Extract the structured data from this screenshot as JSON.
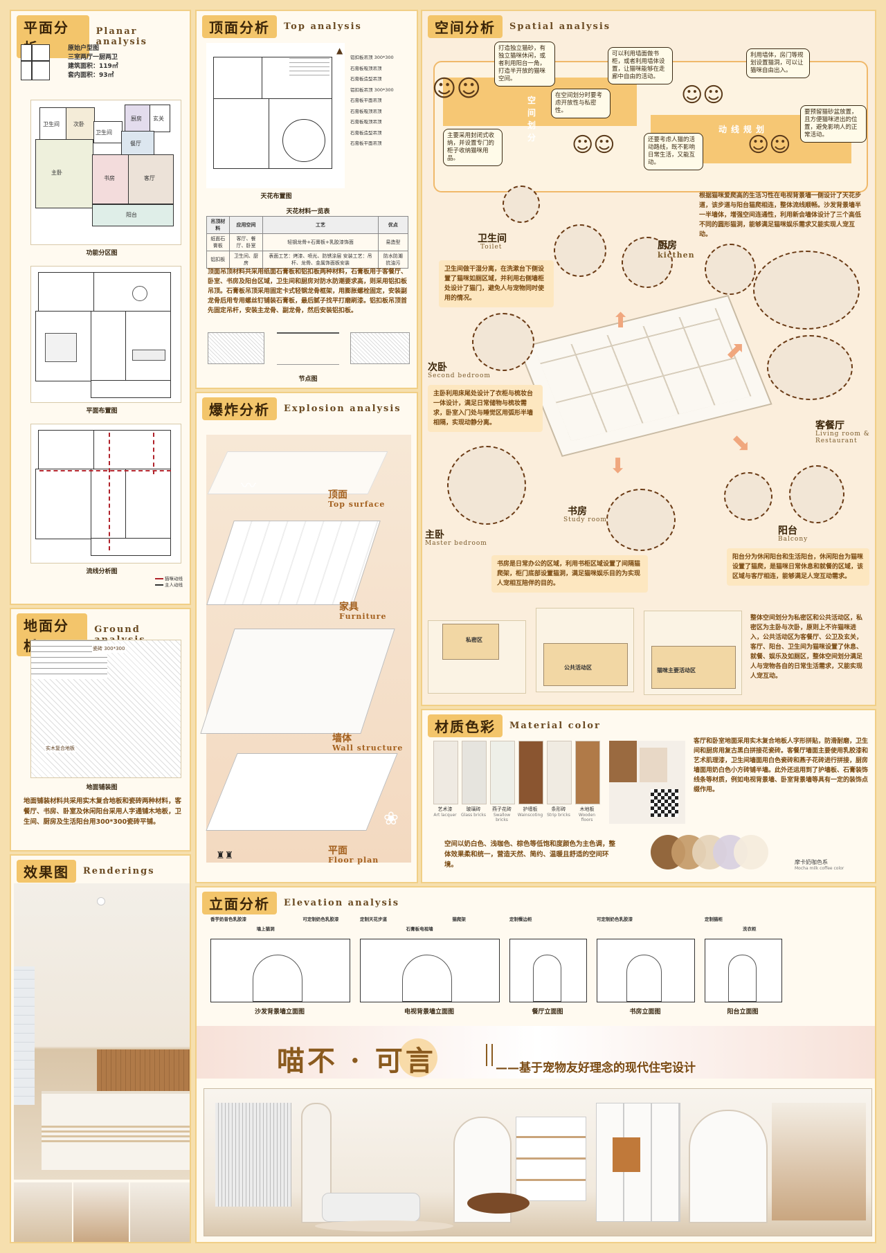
{
  "planar": {
    "title_cn": "平面分析",
    "title_en": "Planar analysis",
    "info": [
      "原始户型图",
      "三室两厅一厨两卫",
      "建筑面积：119㎡",
      "套内面积：93㎡"
    ],
    "rooms": {
      "bath": "卫生间",
      "second": "次卧",
      "kitchen": "厨房",
      "entry": "玄关",
      "bath2": "卫生间",
      "dining": "餐厅",
      "master": "主卧",
      "study": "书房",
      "living": "客厅",
      "balcony": "阳台"
    },
    "caption_func": "功能分区图",
    "caption_layout": "平面布置图",
    "caption_flow": "流线分析图",
    "legend": [
      "猫咪动线",
      "主人动线"
    ]
  },
  "ceiling": {
    "title_cn": "顶面分析",
    "title_en": "Top analysis",
    "callouts": [
      "铝扣板吊顶 300*300",
      "石膏板吸顶吊顶",
      "石膏板造型吊顶",
      "铝扣板吊顶 300*300",
      "石膏板平面吊顶",
      "石膏板吸顶吊顶",
      "石膏板吸顶吊顶",
      "石膏板造型吊顶",
      "石膏板平面吊顶"
    ],
    "caption_plan": "天花布置图",
    "table_title": "天花材料一览表",
    "table_headers": [
      "吊顶材料",
      "应用空间",
      "工艺",
      "优点"
    ],
    "table_rows": [
      [
        "纸面石膏板",
        "客厅、餐厅、卧室",
        "轻钢龙骨+石膏板+乳胶漆饰面",
        "易造型"
      ],
      [
        "铝扣板",
        "卫生间、厨房",
        "表面工艺：烤漆、喷光、防锈涂层 安装工艺：吊杆、龙骨、金属饰面板安装",
        "防水防潮 抗油污"
      ]
    ],
    "body": "顶面吊顶材料共采用纸面石膏板和铝扣板两种材料，石膏板用于客餐厅、卧室、书房及阳台区域，卫生间和厨房对防水防潮要求高，则采用铝扣板吊顶。石膏板吊顶采用固定卡式轻钢龙骨框架，用膨胀螺栓固定，安装副龙骨后用专用螺丝钉铺装石膏板，最后腻子找平打磨刷漆。铝扣板吊顶首先固定吊杆，安装主龙骨、副龙骨，然后安装铝扣板。",
    "caption_node": "节点图"
  },
  "spatial": {
    "title_cn": "空间分析",
    "title_en": "Spatial analysis",
    "bubbles": [
      "打造独立猫砂，有独立猫咪休闲，或者利用阳台一角，打造半开放的猫咪空间。",
      "可以利用墙面做书柜，或者利用墙体设置，让猫咪能够在走廊中自由的活动。",
      "利用墙体，房门等规划设置猫洞，可以让猫咪自由出入。",
      "在空间划分时要考虑开放性与私密性。",
      "要预留猫砂盆放置，且方便猫咪进出的位置，避免影响人的正常活动。",
      "主要采用封闭式收纳，并设置专门的柜子收纳猫咪用品。",
      "还要考虑人猫的活动路线，既不影响日常生活，又能互动。"
    ],
    "vert_label": "空间划分",
    "flow_label": "动线规划",
    "right_note": "根据猫咪爱爬高的生活习性在电视背景墙一侧设计了天花步道，该步道与阳台猫爬相连，整体流线顺畅。沙发背景墙半一半墙体，增强空间连通性，利用新会墙体设计了三个高低不同的圆形猫洞，能够满足猫咪娱乐需求又能实现人宠互动。",
    "toilet_cn": "卫生间",
    "toilet_en": "Toilet",
    "kitchen_cn": "厨房",
    "kitchen_en": "kicthen",
    "toilet_note": "卫生间做干湿分离，在洗漱台下侧设置了猫咪如厕区域，并利用右侧墙柜处设计了猫门，避免人与宠物同时使用的情况。",
    "second_cn": "次卧",
    "second_en": "Second bedroom",
    "second_note": "主卧利用床尾处设计了衣柜与梳妆台一体设计，满足日常储物与梳妆需求，卧室入门处与睡觉区用弧形半墙相隔，实现动静分离。",
    "living_cn": "客餐厅",
    "living_en": "Living room & Restaurant",
    "study_cn": "书房",
    "study_en": "Study room",
    "master_cn": "主卧",
    "master_en": "Master bedroom",
    "balcony_cn": "阳台",
    "balcony_en": "Balcony",
    "study_note": "书房是日常办公的区域，利用书柜区域设置了间隔猫爬架，柜门底部设置猫洞，满足猫咪娱乐目的为实现人宠相互陪伴的目的。",
    "balcony_note": "阳台分为休闲阳台和生活阳台，休闲阳台为猫咪设置了猫爬，是猫咪日常休息和就餐的区域，该区域与客厅相连，能够满足人宠互动需求。",
    "zone_labels": [
      "私密区",
      "公共活动区",
      "猫咪主要活动区"
    ],
    "zone_note": "整体空间划分为私密区和公共活动区，私密区为主卧与次卧，原则上不许猫咪进入，公共活动区为客餐厅、公卫及玄关，客厅、阳台、卫生间为猫咪设置了休息、就餐、娱乐及如厕区，整体空间划分满足人与宠物各自的日常生活需求，又能实现人宠互动。"
  },
  "ground": {
    "title_cn": "地面分析",
    "title_en": "Ground analysis",
    "tile_label": "瓷砖 300*300",
    "wood_label": "实木复合地板",
    "caption": "地面铺装图",
    "body": "地面铺装材料共采用实木复合地板和瓷砖两种材料，客餐厅、书房、卧室及休闲阳台采用人字通铺木地板，卫生间、厨房及生活阳台用300*300瓷砖平铺。"
  },
  "explosion": {
    "title_cn": "爆炸分析",
    "title_en": "Explosion analysis",
    "layers": [
      {
        "cn": "顶面",
        "en": "Top surface"
      },
      {
        "cn": "家具",
        "en": "Furniture"
      },
      {
        "cn": "墙体",
        "en": "Wall structure"
      },
      {
        "cn": "平面",
        "en": "Floor plan"
      }
    ]
  },
  "material": {
    "title_cn": "材质色彩",
    "title_en": "Material color",
    "swatches": [
      {
        "cn": "艺术漆",
        "en": "Art lacquer",
        "color": "#efeae2"
      },
      {
        "cn": "玻璃砖",
        "en": "Glass bricks",
        "color": "#e6e4de"
      },
      {
        "cn": "燕子花砖",
        "en": "Swallow bricks",
        "color": "#eeefe8"
      },
      {
        "cn": "护墙板",
        "en": "Wainscoting",
        "color": "#8a5530"
      },
      {
        "cn": "条形砖",
        "en": "Strip bricks",
        "color": "#f0ebe2"
      },
      {
        "cn": "木地板",
        "en": "Wooden floors",
        "color": "#b07a48"
      }
    ],
    "body": "客厅和卧室地面采用实木复合地板人字形拼贴，防滑耐磨，卫生间和厨房用复古黑白拼接花瓷砖。客餐厅墙面主要使用乳胶漆和艺术肌理漆，卫生间墙面用白色瓷砖和燕子花砖进行拼接，厨房墙面用奶白色小方砖铺半墙。此外还运用到了护墙板、石膏装饰线条等材质，例如电视背景墙、卧室背景墙等具有一定的装饰点缀作用。",
    "body2": "空间以奶白色、浅咖色、棕色等低饱和度颜色为主色调，整体效果柔和统一，营造天然、简约、温暖且舒适的空间环境。",
    "palette_label": "摩卡奶咖色系",
    "palette_sub": "Mocha milk coffee color",
    "palette": [
      "#8a5a2e",
      "#c49a68",
      "#e5d3b8",
      "#d8cfe0",
      "#f5ecdc"
    ]
  },
  "renderings": {
    "title_cn": "效果图",
    "title_en": "Renderings"
  },
  "elevation": {
    "title_cn": "立面分析",
    "title_en": "Elevation analysis",
    "items": [
      {
        "caption": "沙发背景墙立面图",
        "tags": [
          "香芋奶昔色乳胶漆",
          "墙上猫洞",
          "可定制奶色乳胶漆"
        ]
      },
      {
        "caption": "电视背景墙立面图",
        "tags": [
          "定制天花步道",
          "石膏板电视墙",
          "猫爬架"
        ]
      },
      {
        "caption": "餐厅立面图",
        "tags": [
          "定制餐边柜"
        ]
      },
      {
        "caption": "书房立面图",
        "tags": [
          "可定制奶色乳胶漆"
        ]
      },
      {
        "caption": "阳台立面图",
        "tags": [
          "定制猫柜",
          "洗衣柜"
        ]
      }
    ]
  },
  "title": {
    "main": "喵不 · 可言",
    "sub": "——基于宠物友好理念的现代住宅设计"
  },
  "colors": {
    "accent": "#f3c56b",
    "bg": "#f6dfae",
    "text": "#7a4a12"
  }
}
